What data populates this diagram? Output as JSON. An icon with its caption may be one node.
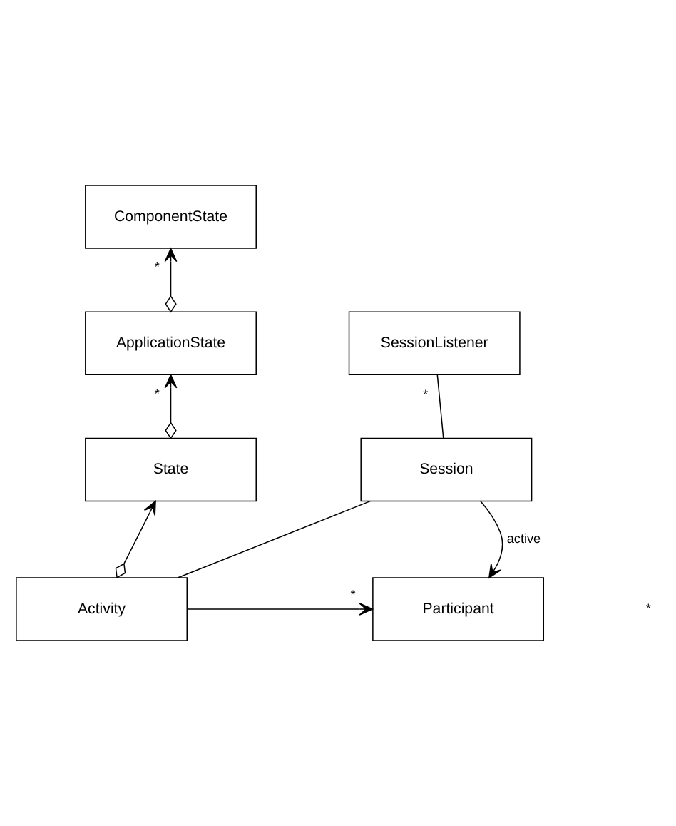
{
  "diagram": {
    "nodes": [
      {
        "text": [
          "ComponentState"
        ]
      },
      {
        "text": [
          "ApplicationState"
        ]
      },
      {
        "text": [
          "SessionListener"
        ]
      },
      {
        "text": [
          "State"
        ]
      },
      {
        "text": [
          "Session"
        ]
      },
      {
        "text": [
          "Activity"
        ]
      },
      {
        "text": [
          "Participant"
        ]
      }
    ],
    "edges": [
      {
        "from": 1,
        "to": 0,
        "arrow": "to",
        "label": "*"
      },
      {
        "from": 3,
        "to": 1,
        "arrow": "to",
        "label": "*"
      },
      {
        "from": 5,
        "to": 3,
        "arrow": "to"
      },
      {
        "from": 4,
        "to": 2,
        "arrow": "none",
        "label": "*"
      },
      {
        "from": 4,
        "to": 5,
        "arrow": "none"
      },
      {
        "from": 4,
        "to": 6,
        "arrow": "to",
        "label": "active"
      },
      {
        "from": 5,
        "to": 6,
        "arrow": "to",
        "label": "*"
      }
    ],
    "labels": [
      "*"
    ]
  }
}
